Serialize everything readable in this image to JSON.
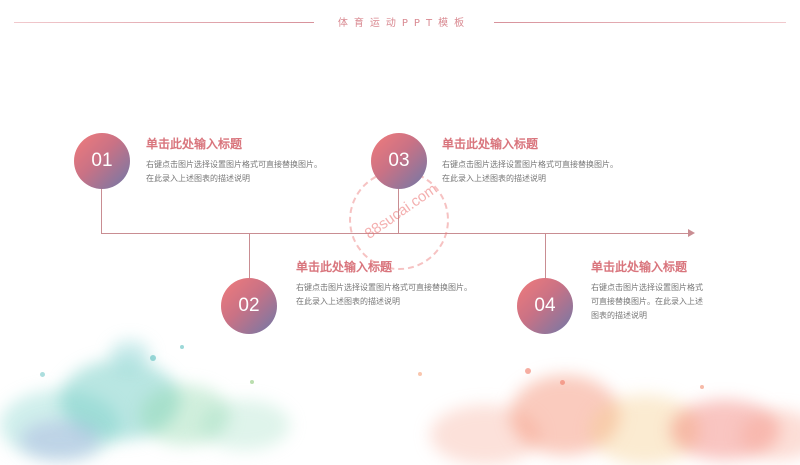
{
  "header": {
    "title": "体育运动PPT模板"
  },
  "items": [
    {
      "number": "01",
      "title": "单击此处输入标题",
      "desc_line1": "右键点击图片选择设置图片格式可直接替换图片。",
      "desc_line2": "在此录入上述图表的描述说明"
    },
    {
      "number": "02",
      "title": "单击此处输入标题",
      "desc_line1": "右键点击图片选择设置图片格式可直接替换图片。",
      "desc_line2": "在此录入上述图表的描述说明"
    },
    {
      "number": "03",
      "title": "单击此处输入标题",
      "desc_line1": "右键点击图片选择设置图片格式可直接替换图片。",
      "desc_line2": "在此录入上述图表的描述说明"
    },
    {
      "number": "04",
      "title": "单击此处输入标题",
      "desc_line1": "右键点击图片选择设置图片格式",
      "desc_line2": "可直接替换图片。在此录入上述",
      "desc_line3": "图表的描述说明"
    }
  ],
  "watermark": {
    "text": "88sucai.com"
  },
  "colors": {
    "accent": "#d9757d",
    "line": "#c98d92",
    "circle_start": "#f27b7b",
    "circle_end": "#6f78a8"
  }
}
